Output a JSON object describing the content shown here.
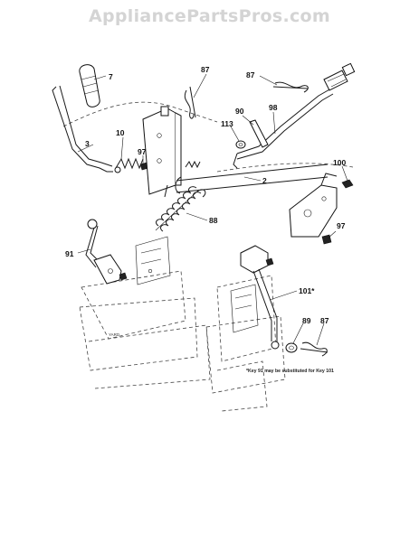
{
  "watermark": "AppliancePartsPros.com",
  "callouts": {
    "c7": "7",
    "c87a": "87",
    "c87b": "87",
    "c87c": "87",
    "c90": "90",
    "c98": "98",
    "c113": "113",
    "c3": "3",
    "c10": "10",
    "c97a": "97",
    "c97b": "97",
    "c2": "2",
    "c100": "100",
    "c88": "88",
    "c91": "91",
    "c101": "101*",
    "c89": "89"
  },
  "note": "*Key 91 may be substituted for Key 101",
  "decal": "YARD"
}
